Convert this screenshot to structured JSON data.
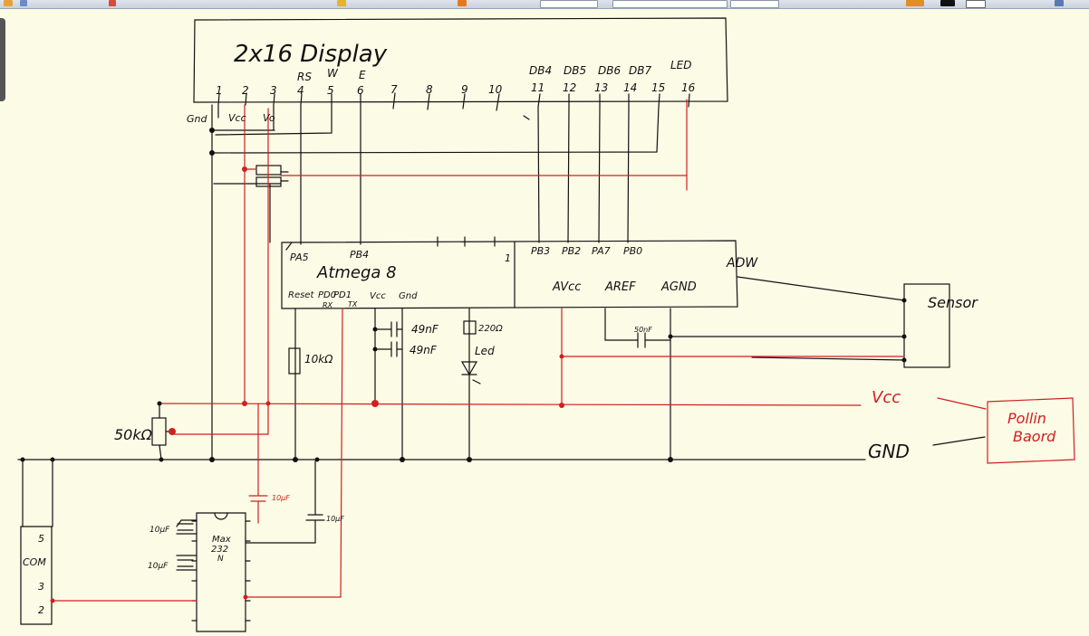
{
  "colors": {
    "paper": "#fcfbe6",
    "ink": "#111111",
    "red": "#d02020"
  },
  "display": {
    "title": "2x16 Display",
    "pin_numbers": [
      "1",
      "2",
      "3",
      "4",
      "5",
      "6",
      "7",
      "8",
      "9",
      "10",
      "11",
      "12",
      "13",
      "14",
      "15",
      "16"
    ],
    "pin_functions": {
      "rs": "RS",
      "w": "W",
      "e": "E",
      "db4": "DB4",
      "db5": "DB5",
      "db6": "DB6",
      "db7": "DB7",
      "led": "LED"
    },
    "supply_labels": {
      "gnd": "Gnd",
      "vcc": "Vcc",
      "vo": "Vo"
    }
  },
  "atmega": {
    "title": "Atmega 8",
    "top_labels": {
      "pa5": "PA5",
      "pb4": "PB4",
      "pin1": "1",
      "pb3": "PB3",
      "pb2": "PB2",
      "pa7": "PA7",
      "pb0": "PB0",
      "adw": "ADW"
    },
    "bottom_labels": {
      "reset": "Reset",
      "pd0": "PD0",
      "pd1": "PD1",
      "rx": "RX",
      "tx": "TX",
      "vcc": "Vcc",
      "gnd": "Gnd",
      "avcc": "AVcc",
      "aref": "AREF",
      "agnd": "AGND"
    }
  },
  "components": {
    "r_reset": "10kΩ",
    "cap1": "49nF",
    "cap2": "49nF",
    "r_led": "220Ω",
    "led": "Led",
    "pot": "50kΩ",
    "cap_aref": "50nF",
    "cap_red": "10µF",
    "cap_max": "10µF",
    "cap_left1": "10µF",
    "cap_left2": "10µF"
  },
  "sensor": "Sensor",
  "rails": {
    "vcc": "Vcc",
    "gnd": "GND"
  },
  "pollin": [
    "Pollin",
    "Baord"
  ],
  "max232": [
    "Max",
    "232",
    "N"
  ],
  "com": {
    "title": "COM",
    "pins": [
      "5",
      "3",
      "2"
    ]
  }
}
